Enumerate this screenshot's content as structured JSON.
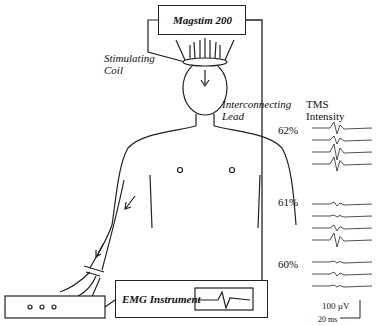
{
  "diagram": {
    "nodes": [
      {
        "text": [
          "Magstim 200"
        ]
      },
      {
        "text": [
          "EMG Instrument"
        ]
      }
    ],
    "edges": [
      {
        "from": 0,
        "to": 1,
        "arrow": "none"
      }
    ],
    "labels": [
      "Stimulating Coil",
      "Interconnecting Lead",
      "TMS Intensity",
      "62%",
      "61%",
      "60%",
      "100 µV",
      "20 ms"
    ]
  }
}
